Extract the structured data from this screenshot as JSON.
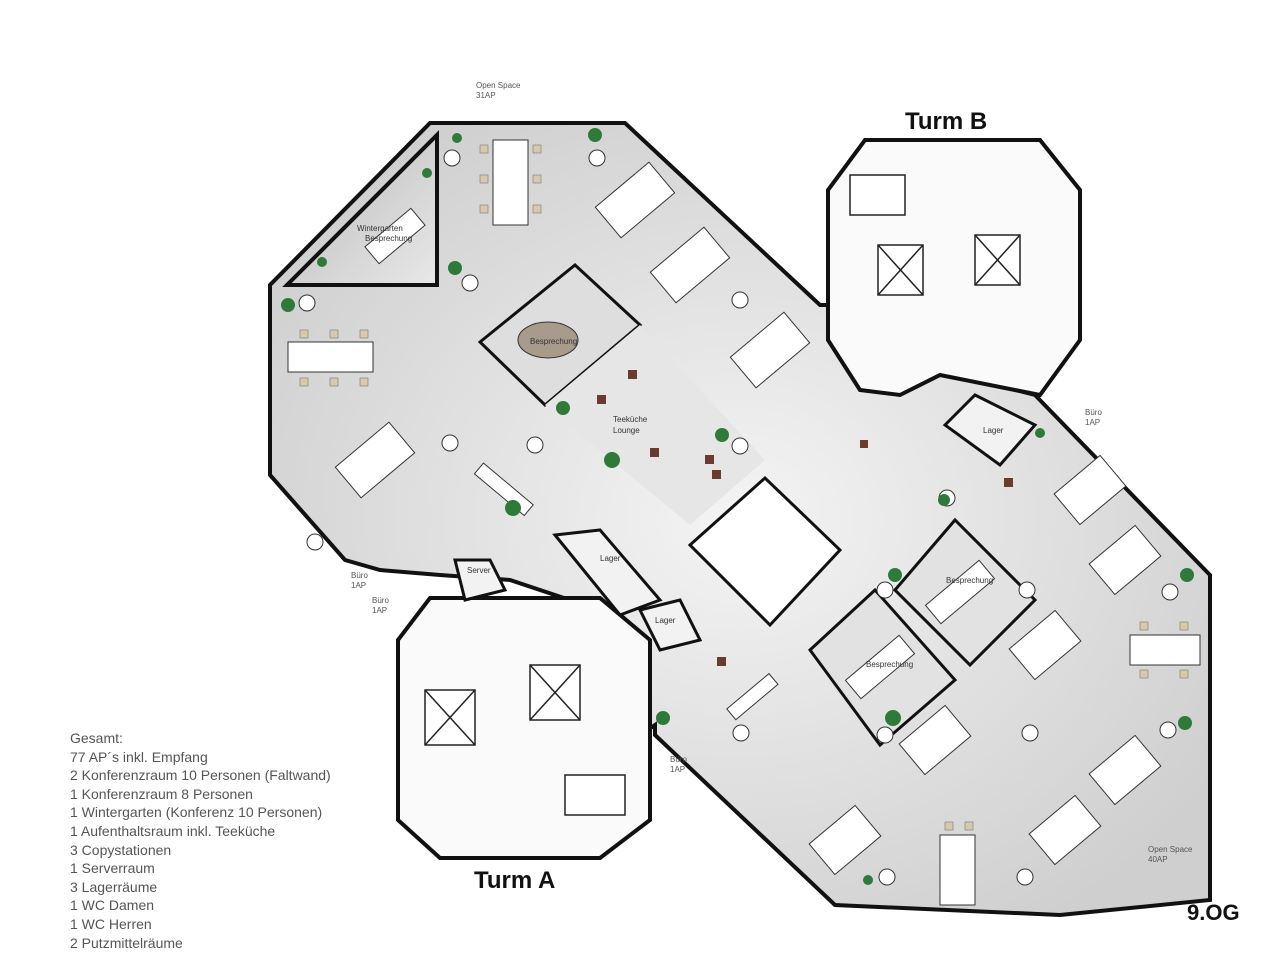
{
  "tower_a": "Turm A",
  "tower_b": "Turm B",
  "floor": "9.OG",
  "open_space_top": {
    "line1": "Open Space",
    "line2": "31AP"
  },
  "open_space_bottom": {
    "line1": "Open Space",
    "line2": "40AP"
  },
  "office_left_1": {
    "line1": "Büro",
    "line2": "1AP"
  },
  "office_left_2": {
    "line1": "Büro",
    "line2": "1AP"
  },
  "office_center": {
    "line1": "Büro",
    "line2": "1AP"
  },
  "office_right": {
    "line1": "Büro",
    "line2": "1AP"
  },
  "rooms": {
    "wintergarten": "Wintergarten",
    "besprechung_winter": "Besprechung",
    "besprechung_top": "Besprechung",
    "teekueche": "Teeküche",
    "lounge": "Lounge",
    "server": "Server",
    "lager_a": "Lager",
    "lager_mid": "Lager",
    "lager_b": "Lager",
    "besprechung_1": "Besprechung",
    "besprechung_2": "Besprechung"
  },
  "legend": [
    "Gesamt:",
    "77 AP´s inkl. Empfang",
    "2 Konferenzraum 10 Personen (Faltwand)",
    "1 Konferenzraum 8 Personen",
    "1 Wintergarten (Konferenz 10 Personen)",
    "1 Aufenthaltsraum inkl. Teeküche",
    "3 Copystationen",
    "1 Serverraum",
    "3 Lagerräume",
    "1 WC Damen",
    "1 WC Herren",
    "2 Putzmittelräume"
  ]
}
